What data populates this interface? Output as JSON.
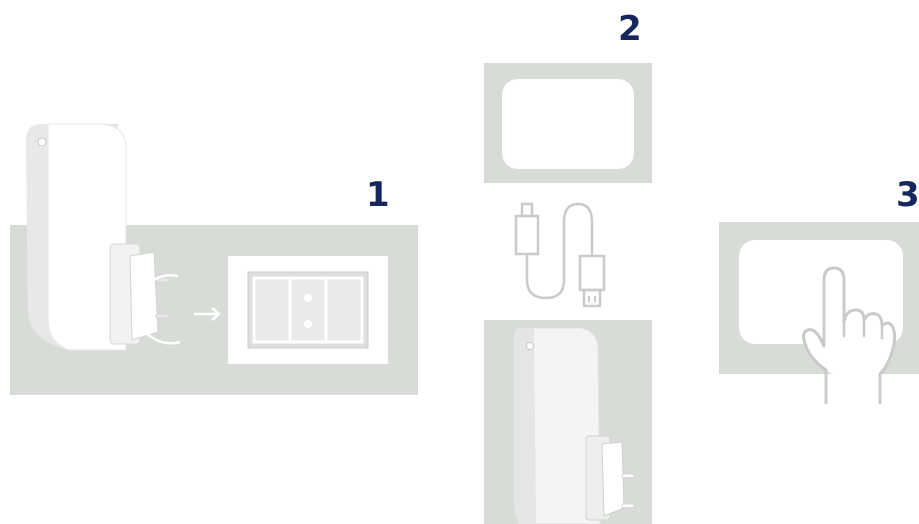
{
  "colors": {
    "number": "#16275e",
    "panel": "#d7dcd6",
    "device": "#ffffff",
    "device_shade": "#e3e4e4",
    "line": "#c9cbca"
  },
  "steps": [
    {
      "number": "1",
      "icons": [
        "extender-device-icon",
        "power-outlet-icon",
        "arrow-right-icon"
      ]
    },
    {
      "number": "2",
      "icons": [
        "screen-icon",
        "usb-cable-icon",
        "extender-device-icon"
      ]
    },
    {
      "number": "3",
      "icons": [
        "touchscreen-icon",
        "pointing-hand-icon"
      ]
    }
  ]
}
